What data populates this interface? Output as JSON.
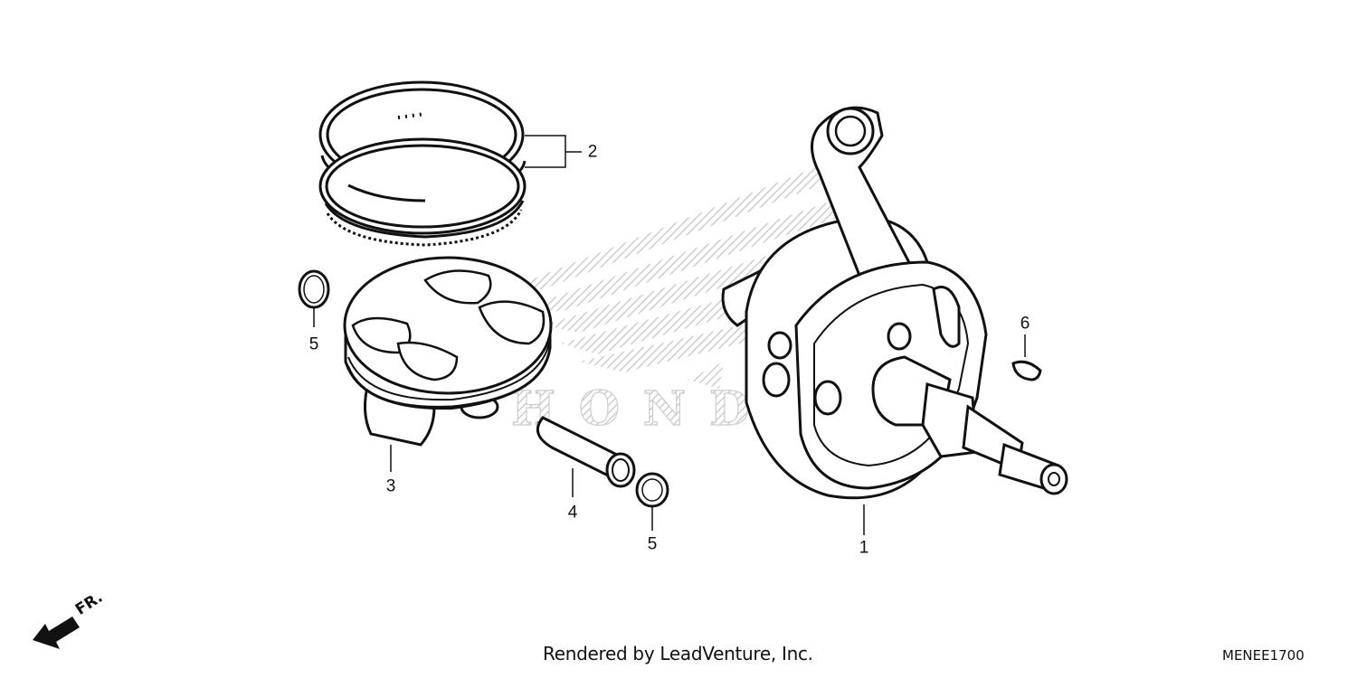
{
  "callouts": {
    "crankshaft": "1",
    "piston_rings": "2",
    "piston": "3",
    "piston_pin": "4",
    "pin_clip_left": "5",
    "pin_clip_right": "5",
    "woodruff_key": "6"
  },
  "watermark": {
    "brand": "HONDA"
  },
  "footer": {
    "credit": "Rendered by LeadVenture, Inc.",
    "code": "MENEE1700"
  },
  "direction": {
    "label": "FR."
  },
  "colors": {
    "line": "#111111",
    "watermark": "#c8c8c8",
    "background": "#ffffff"
  }
}
